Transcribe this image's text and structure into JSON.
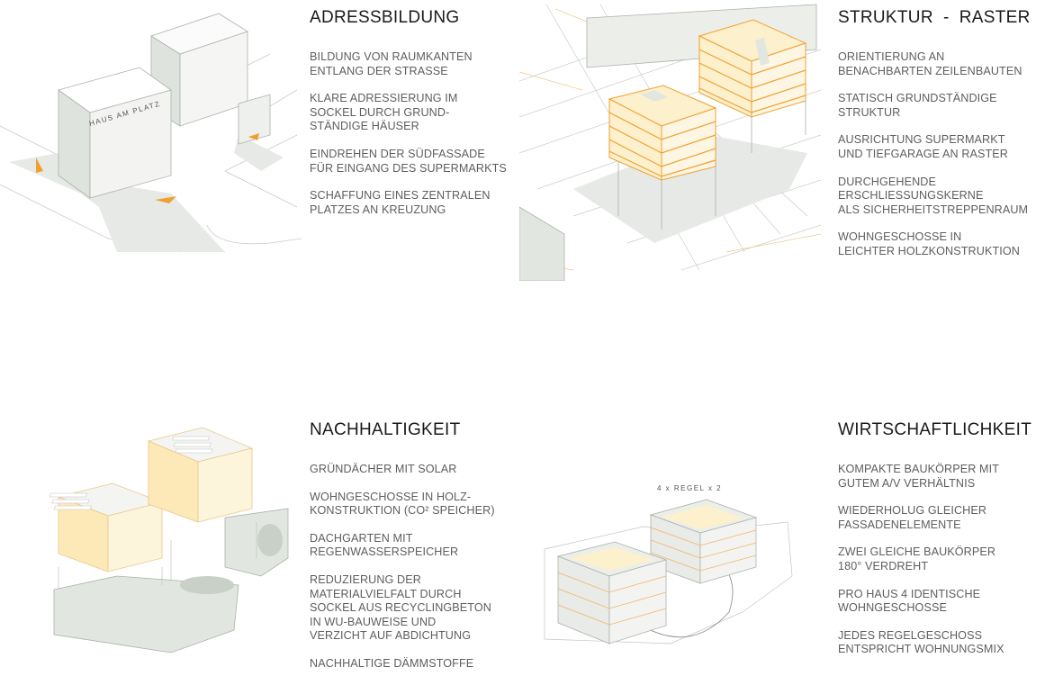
{
  "colors": {
    "massing": "#e2e6e1",
    "edge": "#aab2aa",
    "wood": "#fdf0cc",
    "accent": "#f0a030",
    "ground": "#e6e9e5"
  },
  "sections": [
    {
      "id": "adressbildung",
      "title": "ADRESSBILDUNG",
      "paragraphs": [
        [
          "BILDUNG VON RAUMKANTEN",
          "ENTLANG DER STRASSE"
        ],
        [
          "KLARE ADRESSIERUNG IM",
          "SOCKEL DURCH GRUND-",
          "STÄNDIGE HÄUSER"
        ],
        [
          "EINDREHEN DER SÜDFASSADE",
          "FÜR EINGANG DES SUPERMARKTS"
        ],
        [
          "SCHAFFUNG EINES ZENTRALEN",
          "PLATZES AN KREUZUNG"
        ]
      ],
      "diagram_label": "HAUS AM PLATZ"
    },
    {
      "id": "struktur-raster",
      "title": "STRUKTUR  -  RASTER",
      "paragraphs": [
        [
          "ORIENTIERUNG AN",
          "BENACHBARTEN ZEILENBAUTEN"
        ],
        [
          "STATISCH GRUNDSTÄNDIGE",
          "STRUKTUR"
        ],
        [
          "AUSRICHTUNG SUPERMARKT",
          "UND TIEFGARAGE AN RASTER"
        ],
        [
          "DURCHGEHENDE",
          "ERSCHLIESSUNGSKERNE",
          "ALS SICHERHEITSTREPPENRAUM"
        ],
        [
          "WOHNGESCHOSSE IN",
          "LEICHTER HOLZKONSTRUKTION"
        ]
      ]
    },
    {
      "id": "nachhaltigkeit",
      "title": "NACHHALTIGKEIT",
      "paragraphs": [
        [
          "GRÜNDÄCHER MIT SOLAR"
        ],
        [
          "WOHNGESCHOSSE IN HOLZ-",
          "KONSTRUKTION (CO² SPEICHER)"
        ],
        [
          "DACHGARTEN MIT",
          "REGENWASSERSPEICHER"
        ],
        [
          "REDUZIERUNG DER",
          "MATERIALVIELFALT DURCH",
          "SOCKEL AUS RECYCLINGBETON",
          "IN WU-BAUWEISE UND",
          "VERZICHT AUF ABDICHTUNG"
        ],
        [
          "NACHHALTIGE DÄMMSTOFFE"
        ]
      ]
    },
    {
      "id": "wirtschaftlichkeit",
      "title": "WIRTSCHAFTLICHKEIT",
      "paragraphs": [
        [
          "KOMPAKTE BAUKÖRPER MIT",
          "GUTEM A/V VERHÄLTNIS"
        ],
        [
          "WIEDERHOLUG GLEICHER",
          "FASSADENELEMENTE"
        ],
        [
          "ZWEI GLEICHE BAUKÖRPER",
          "180° VERDREHT"
        ],
        [
          "PRO HAUS 4 IDENTISCHE",
          "WOHNGESCHOSSE"
        ],
        [
          "JEDES REGELGESCHOSS",
          "ENTSPRICHT WOHNUNGSMIX"
        ]
      ],
      "diagram_label": "4 x REGEL x 2"
    }
  ]
}
